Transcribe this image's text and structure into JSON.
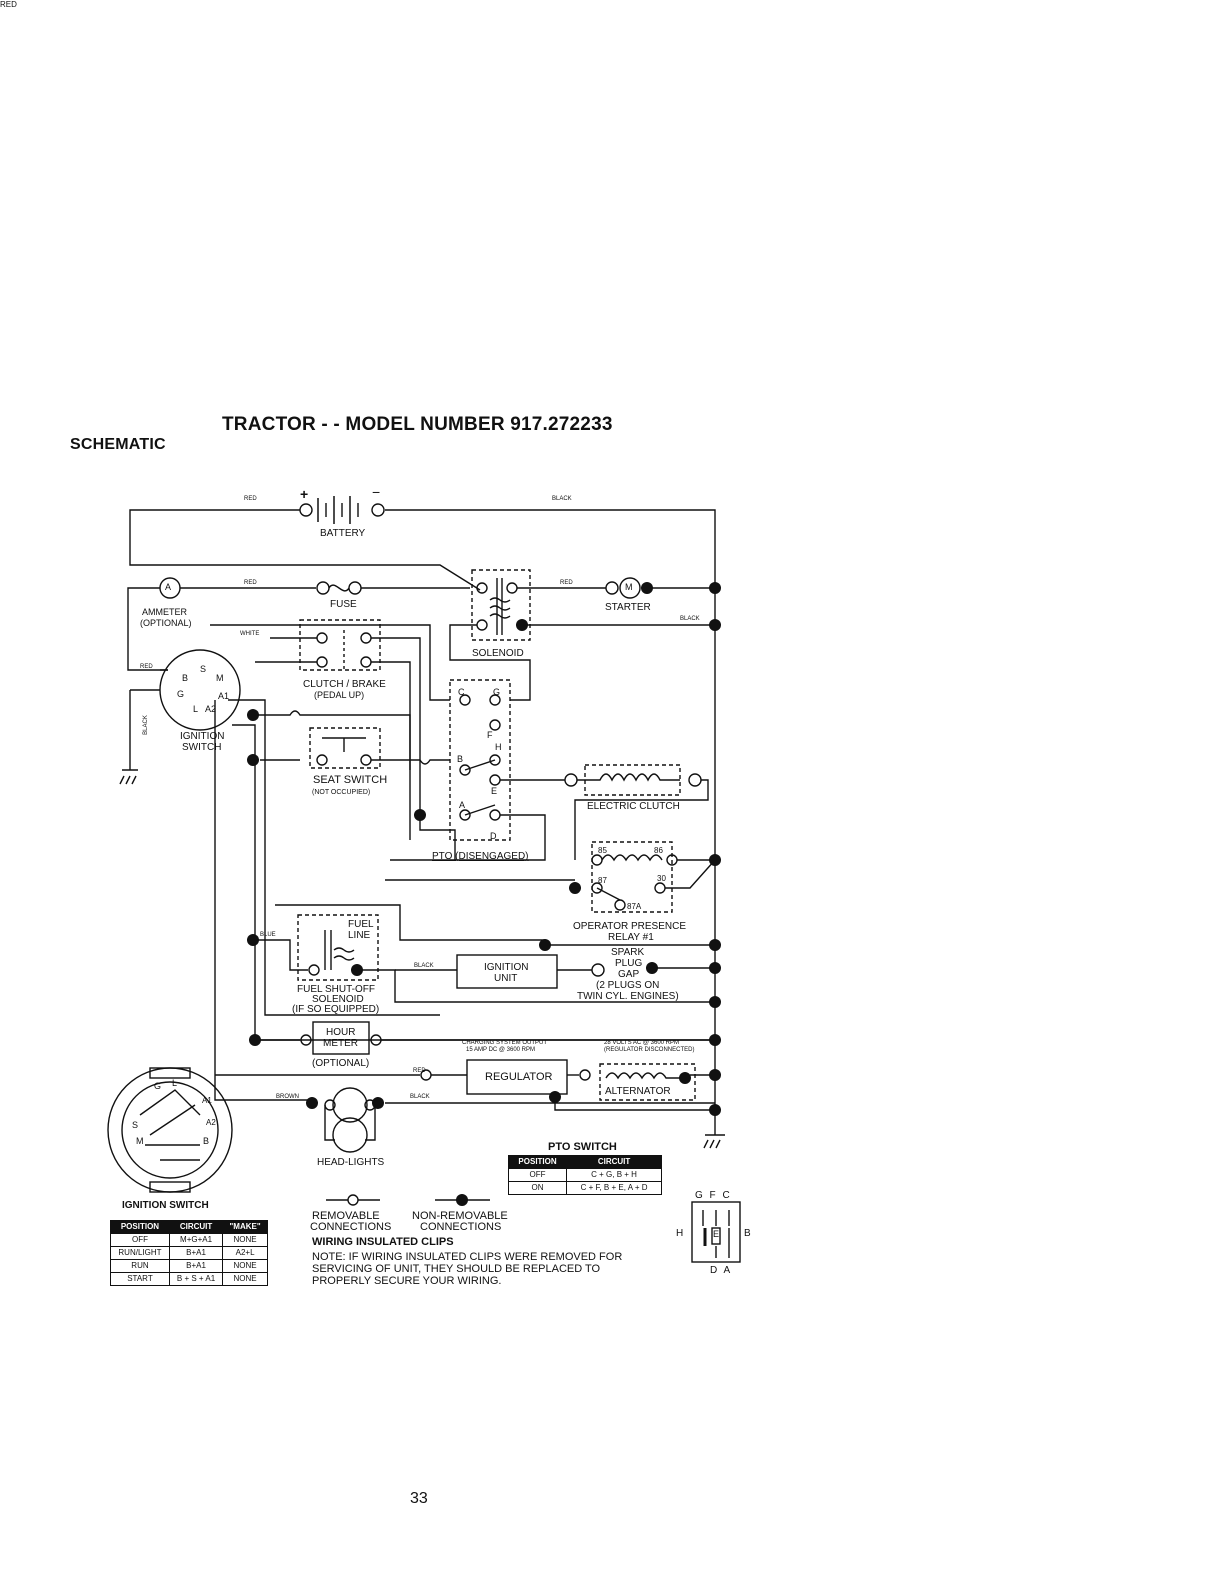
{
  "header": {
    "title": "TRACTOR - - MODEL NUMBER 917.272233",
    "section": "SCHEMATIC"
  },
  "labels": {
    "battery": "BATTERY",
    "fuse": "FUSE",
    "ammeter": "AMMETER",
    "ammeter_opt": "(OPTIONAL)",
    "starter": "STARTER",
    "starter_m": "M",
    "solenoid": "SOLENOID",
    "clutch_brake": "CLUTCH / BRAKE",
    "clutch_brake_sub": "(PEDAL UP)",
    "ignition_switch_1": "IGNITION",
    "ignition_switch_2": "SWITCH",
    "seat_switch": "SEAT SWITCH",
    "seat_switch_sub": "(NOT OCCUPIED)",
    "electric_clutch": "ELECTRIC CLUTCH",
    "pto_disengaged": "PTO (DISENGAGED)",
    "relay_1": "OPERATOR PRESENCE",
    "relay_2": "RELAY #1",
    "fuel_line_1": "FUEL",
    "fuel_line_2": "LINE",
    "fuel_sol_1": "FUEL SHUT-OFF",
    "fuel_sol_2": "SOLENOID",
    "fuel_sol_3": "(IF SO EQUIPPED)",
    "ignition_unit_1": "IGNITION",
    "ignition_unit_2": "UNIT",
    "spark_1": "SPARK",
    "spark_2": "PLUG",
    "spark_3": "GAP",
    "spark_4": "(2 PLUGS ON",
    "spark_5": "TWIN CYL. ENGINES)",
    "hour_1": "HOUR",
    "hour_2": "METER",
    "hour_opt": "(OPTIONAL)",
    "regulator": "REGULATOR",
    "alternator": "ALTERNATOR",
    "charging_1": "CHARGING SYSTEM OUTPUT",
    "charging_2": "15 AMP DC @ 3600 RPM",
    "volts_1": "28 VOLTS AC @ 3600 RPM",
    "volts_2": "(REGULATOR DISCONNECTED)",
    "headlights": "HEAD-LIGHTS",
    "wire_red": "RED",
    "wire_black": "BLACK",
    "wire_white": "WHITE",
    "wire_blue": "BLUE",
    "wire_brown": "BROWN",
    "relay_85": "85",
    "relay_86": "86",
    "relay_87": "87",
    "relay_30": "30",
    "relay_87a": "87A",
    "sw_b": "B",
    "sw_s": "S",
    "sw_m": "M",
    "sw_g": "G",
    "sw_a1": "A1",
    "sw_l": "L",
    "sw_a2": "A2",
    "pto_c": "C",
    "pto_g": "G",
    "pto_f": "F",
    "pto_h": "H",
    "pto_b": "B",
    "pto_e": "E",
    "pto_a": "A",
    "pto_d": "D",
    "plus": "+",
    "minus": "−"
  },
  "pto_table": {
    "title": "PTO SWITCH",
    "headers": [
      "POSITION",
      "CIRCUIT"
    ],
    "rows": [
      [
        "OFF",
        "C + G, B + H"
      ],
      [
        "ON",
        "C + F, B + E, A + D"
      ]
    ]
  },
  "ignition_table": {
    "title": "IGNITION SWITCH",
    "headers": [
      "POSITION",
      "CIRCUIT",
      "\"MAKE\""
    ],
    "rows": [
      [
        "OFF",
        "M+G+A1",
        "NONE"
      ],
      [
        "RUN/LIGHT",
        "B+A1",
        "A2+L"
      ],
      [
        "RUN",
        "B+A1",
        "NONE"
      ],
      [
        "START",
        "B + S + A1",
        "NONE"
      ]
    ]
  },
  "legend": {
    "removable_1": "REMOVABLE",
    "removable_2": "CONNECTIONS",
    "nonremovable_1": "NON-REMOVABLE",
    "nonremovable_2": "CONNECTIONS",
    "clips_title": "WIRING INSULATED CLIPS",
    "note_1": "NOTE: IF WIRING INSULATED CLIPS WERE REMOVED FOR",
    "note_2": "SERVICING OF UNIT, THEY SHOULD BE REPLACED TO",
    "note_3": "PROPERLY SECURE YOUR WIRING."
  },
  "connector": {
    "top": "G F C",
    "left": "H",
    "mid": "E",
    "right": "B",
    "bottom": "D A"
  },
  "switch_face": {
    "g": "G",
    "l": "L",
    "a1": "A1",
    "a2": "A2",
    "s": "S",
    "m": "M",
    "b": "B"
  },
  "page_number": "33"
}
